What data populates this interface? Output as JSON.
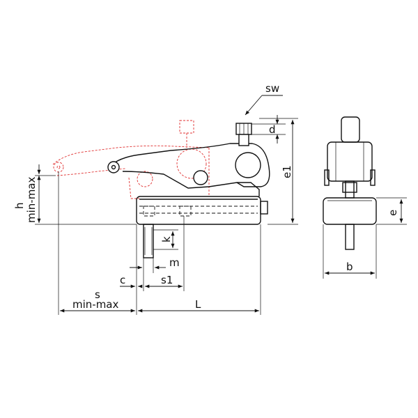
{
  "dimensions": {
    "sw": "sw",
    "d": "d",
    "e1": "e1",
    "h": "h",
    "h_range": "min-max",
    "k": "k",
    "m": "m",
    "c": "c",
    "s1": "s1",
    "s": "s",
    "s_range": "min-max",
    "L": "L",
    "e": "e",
    "b": "b"
  },
  "colors": {
    "line": "#111111",
    "open_position": "#e03030"
  }
}
